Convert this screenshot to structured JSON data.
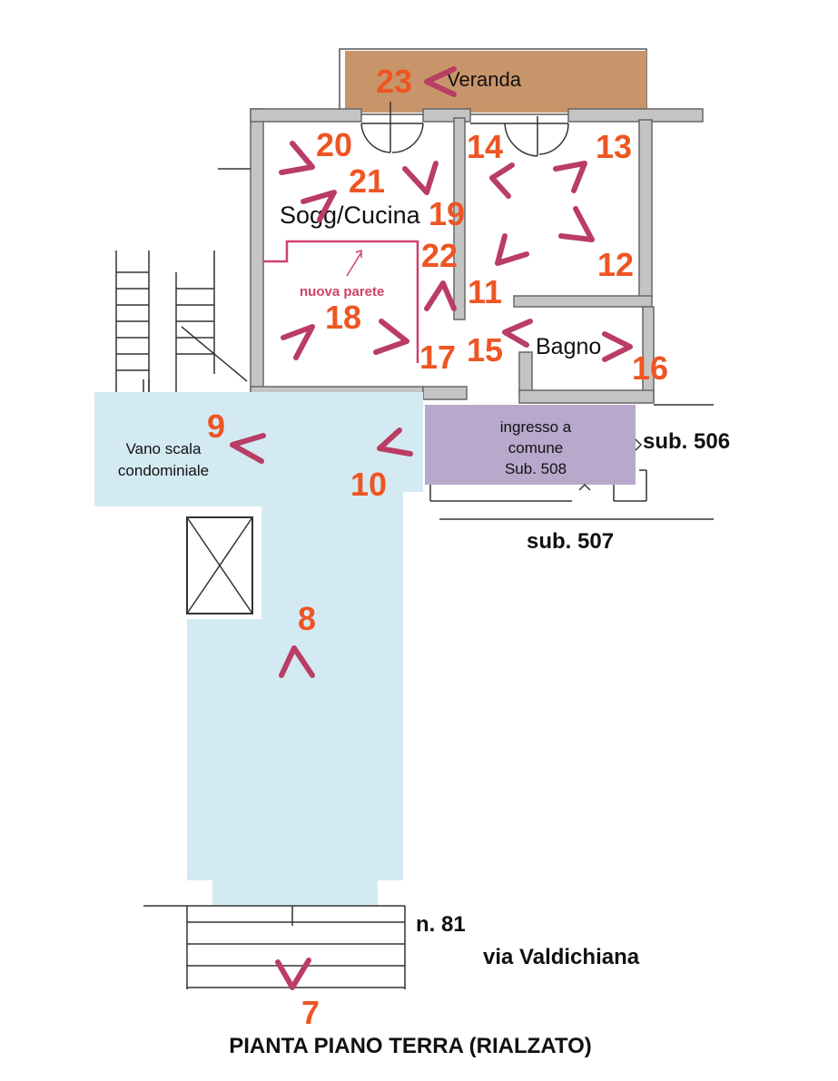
{
  "labels": {
    "veranda": "Veranda",
    "sogg_cucina": "Sogg/Cucina",
    "nuova_parete": "nuova parete",
    "bagno": "Bagno",
    "ingresso_line1": "ingresso  a",
    "ingresso_line2": "comune",
    "ingresso_line3": "Sub. 508",
    "sub506": "sub. 506",
    "sub507": "sub. 507",
    "vano_line1": "Vano scala",
    "vano_line2": "condominiale",
    "civico": "n. 81",
    "via": "via Valdichiana",
    "title": "PIANTA PIANO TERRA (RIALZATO)"
  },
  "viewpoints": [
    "7",
    "8",
    "9",
    "10",
    "11",
    "12",
    "13",
    "14",
    "15",
    "16",
    "17",
    "18",
    "19",
    "20",
    "21",
    "22",
    "23"
  ],
  "colors": {
    "veranda": "#c8956a",
    "stair_hall": "#d4eaf3",
    "ingresso": "#b8a8cc",
    "wall": "#c4c4c4",
    "viewpoint_number": "#ee5522",
    "arrow": "#b93d64",
    "new_wall": "#d0406a"
  }
}
